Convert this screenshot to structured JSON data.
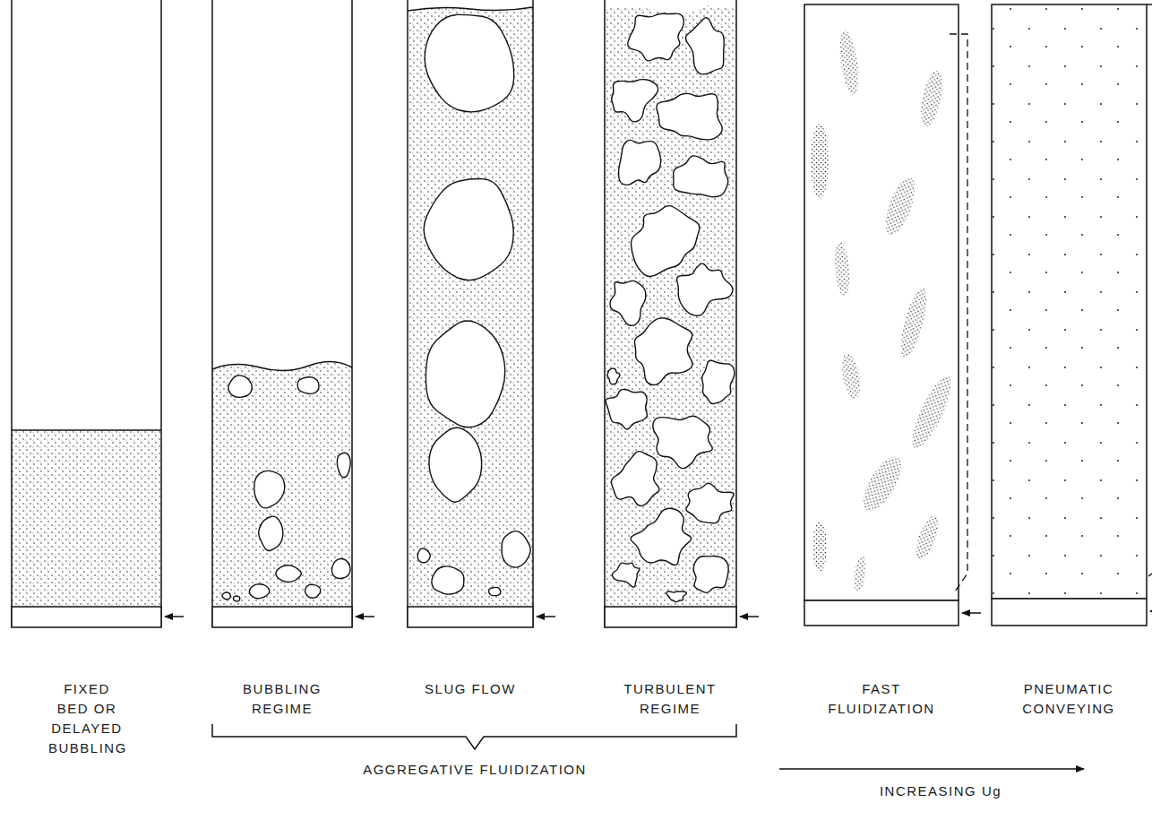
{
  "diagram": {
    "labels": [
      "FIXED BED OR DELAYED BUBBLING",
      "BUBBLING REGIME",
      "SLUG FLOW",
      "TURBULENT REGIME",
      "FAST FLUIDIZATION",
      "PNEUMATIC CONVEYING",
      "AGGREGATIVE FLUIDIZATION",
      "INCREASING Ug"
    ]
  }
}
